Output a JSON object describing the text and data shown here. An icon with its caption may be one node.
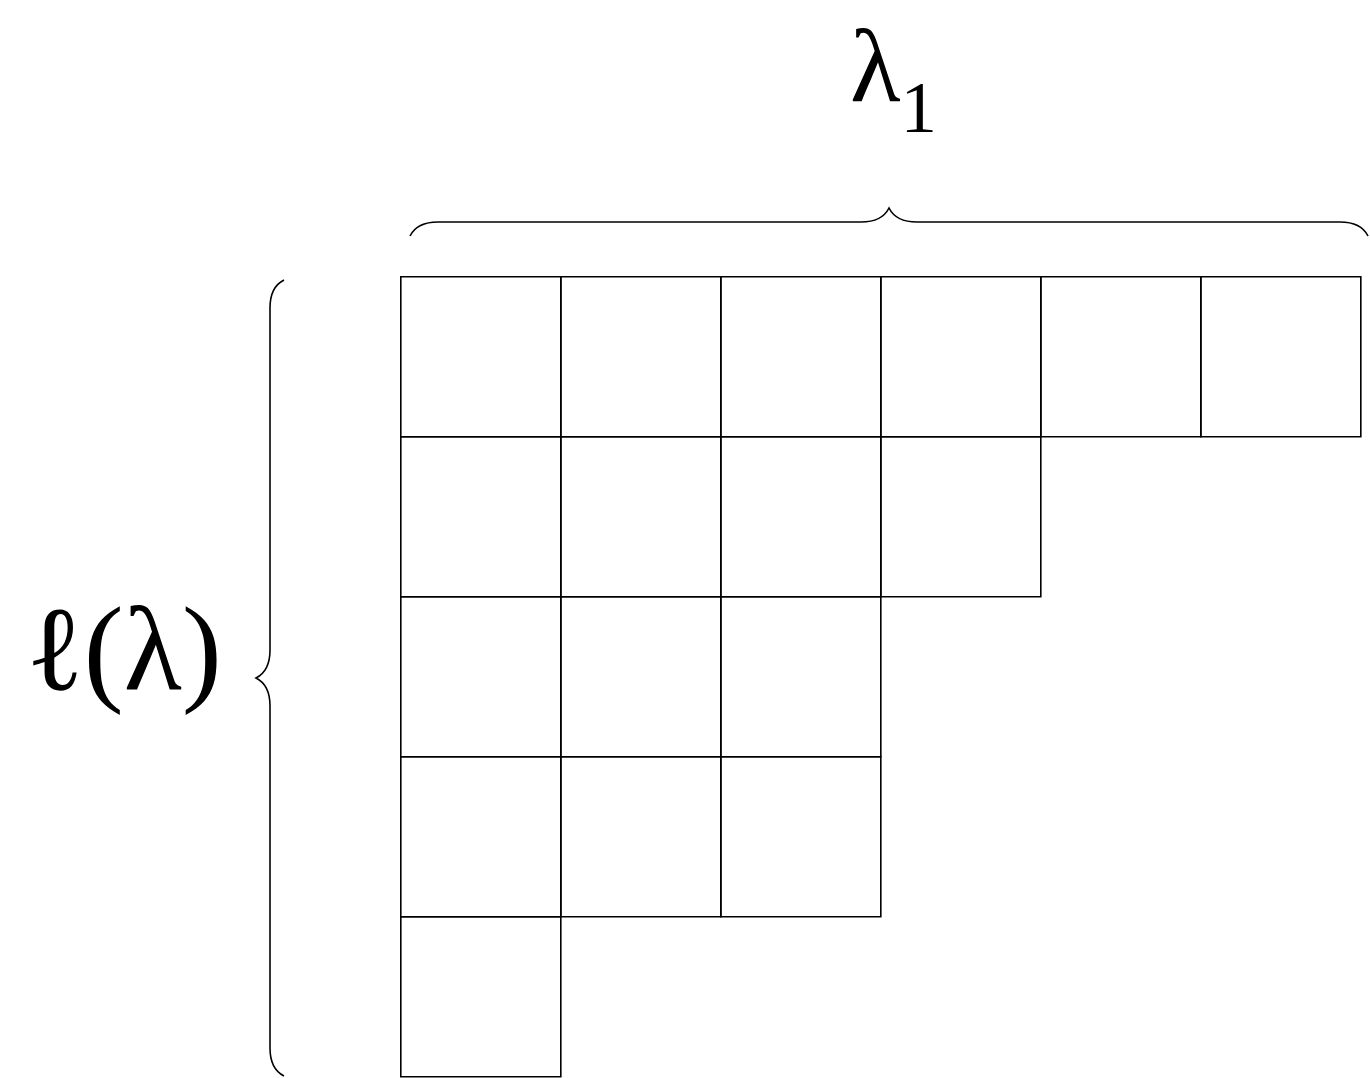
{
  "diagram": {
    "nodes": [
      {
        "text": [],
        "shape": "box"
      },
      {
        "text": [],
        "shape": "box"
      },
      {
        "text": [],
        "shape": "box"
      },
      {
        "text": [],
        "shape": "box"
      },
      {
        "text": [],
        "shape": "box"
      },
      {
        "text": [],
        "shape": "box"
      },
      {
        "text": [],
        "shape": "box"
      },
      {
        "text": [],
        "shape": "box"
      },
      {
        "text": [],
        "shape": "box"
      },
      {
        "text": [],
        "shape": "box"
      },
      {
        "text": [],
        "shape": "box"
      },
      {
        "text": [],
        "shape": "box"
      },
      {
        "text": [],
        "shape": "box"
      },
      {
        "text": [],
        "shape": "box"
      },
      {
        "text": [],
        "shape": "box"
      },
      {
        "text": [],
        "shape": "box"
      },
      {
        "text": [],
        "shape": "box"
      }
    ],
    "labels": [
      "λ$_{1}$",
      "ℓ(λ)"
    ]
  }
}
